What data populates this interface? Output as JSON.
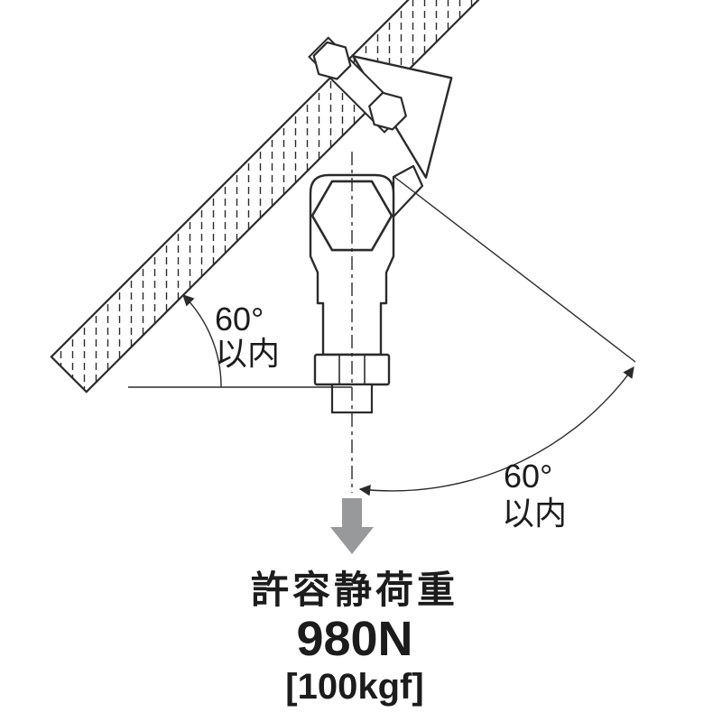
{
  "diagram": {
    "left_angle": {
      "value": "60°",
      "note": "以内"
    },
    "right_angle": {
      "value": "60°",
      "note": "以内"
    },
    "load": {
      "title": "許容静荷重",
      "newton": "980N",
      "kgf": "[100kgf]"
    },
    "colors": {
      "accent_orange": "#e8612c",
      "arrow_gray": "#97999b",
      "line_dark": "#2b2b2b"
    }
  }
}
